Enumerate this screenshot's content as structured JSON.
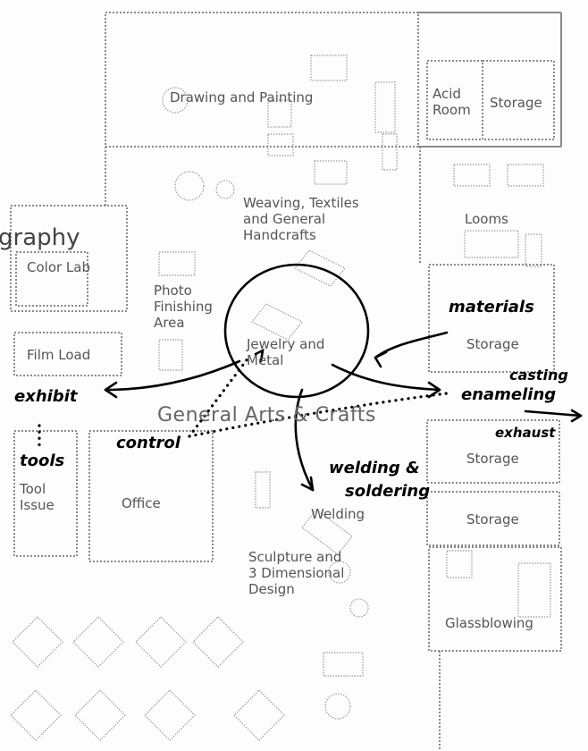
{
  "rooms": {
    "drawing_painting": "Drawing and Painting",
    "acid_room": "Acid\nRoom",
    "storage_top": "Storage",
    "weaving": "Weaving, Textiles\nand General\nHandcrafts",
    "looms": "Looms",
    "photography": "graphy",
    "color_lab": "Color Lab",
    "photo_finishing": "Photo\nFinishing\nArea",
    "film_load": "Film Load",
    "jewelry": "Jewelry and\nMetal",
    "storage_mid": "Storage",
    "general_arts": "General Arts & Crafts",
    "storage_low": "Storage",
    "storage_low2": "Storage",
    "tool_issue": "Tool\nIssue",
    "office": "Office",
    "welding": "Welding",
    "sculpture": "Sculpture and\n3 Dimensional\nDesign",
    "glassblowing": "Glassblowing"
  },
  "annotations": {
    "materials": "materials",
    "casting": "casting",
    "enameling": "enameling",
    "exhaust": "exhaust",
    "exhibit": "exhibit",
    "tools": "tools",
    "control": "control",
    "welding": "welding &",
    "soldering": "soldering"
  }
}
